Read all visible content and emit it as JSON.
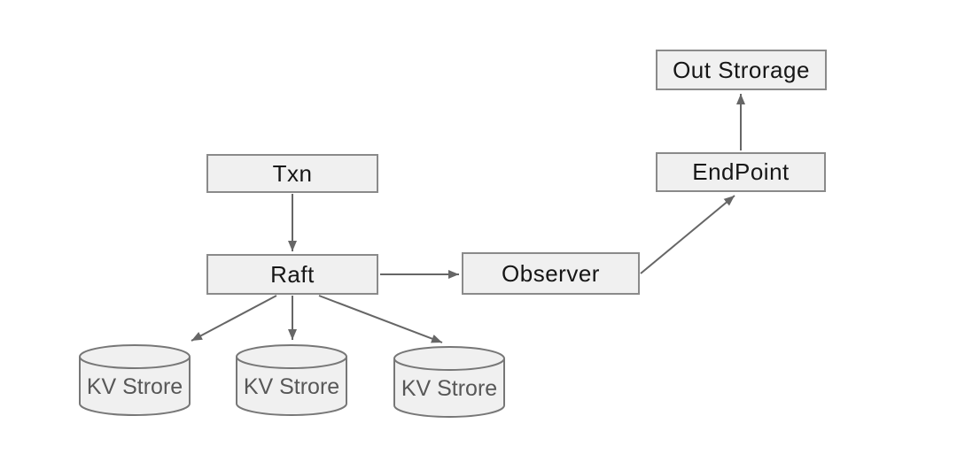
{
  "diagram": {
    "nodes": {
      "txn": {
        "label": "Txn",
        "type": "box"
      },
      "raft": {
        "label": "Raft",
        "type": "box"
      },
      "observer": {
        "label": "Observer",
        "type": "box"
      },
      "endpoint": {
        "label": "EndPoint",
        "type": "box"
      },
      "out_storage": {
        "label": "Out Strorage",
        "type": "box"
      },
      "kv_store_1": {
        "label": "KV Strore",
        "type": "cylinder"
      },
      "kv_store_2": {
        "label": "KV Strore",
        "type": "cylinder"
      },
      "kv_store_3": {
        "label": "KV Strore",
        "type": "cylinder"
      }
    },
    "edges": [
      {
        "from": "txn",
        "to": "raft"
      },
      {
        "from": "raft",
        "to": "observer"
      },
      {
        "from": "raft",
        "to": "kv_store_1"
      },
      {
        "from": "raft",
        "to": "kv_store_2"
      },
      {
        "from": "raft",
        "to": "kv_store_3"
      },
      {
        "from": "observer",
        "to": "endpoint"
      },
      {
        "from": "endpoint",
        "to": "out_storage"
      }
    ],
    "colors": {
      "background": "#ffffff",
      "node_fill": "#f0f0f0",
      "node_border": "#8a8a8a",
      "cylinder_border": "#777777",
      "arrow": "#666666",
      "box_text": "#161616",
      "cylinder_text": "#575757"
    }
  }
}
